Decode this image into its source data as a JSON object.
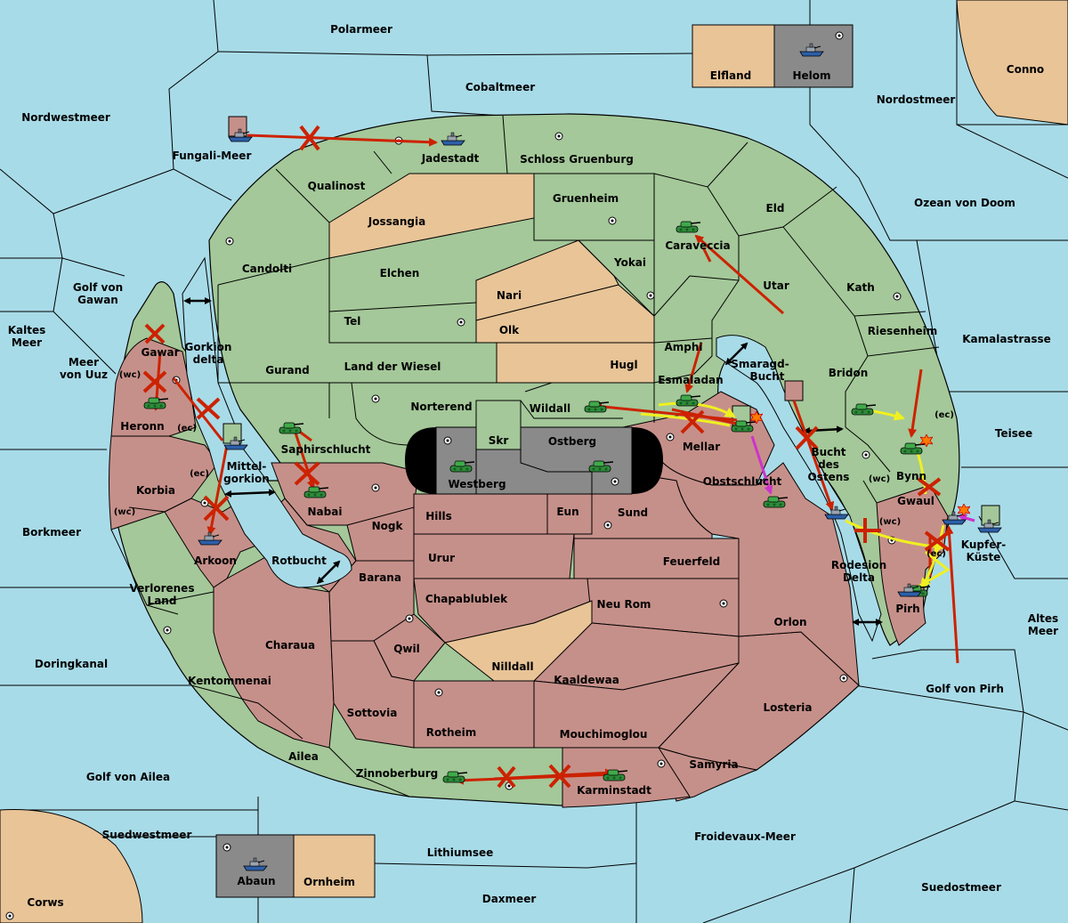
{
  "colors": {
    "sea": "#a8dbe8",
    "green": "#a4c899",
    "red": "#c6908a",
    "neutral": "#e8c497",
    "gray": "#8a8a8a",
    "order_red": "#cc2200",
    "order_yellow": "#f0f020",
    "order_magenta": "#cc33cc"
  },
  "labels": {
    "polarmeer": "Polarmeer",
    "cobaltmeer": "Cobaltmeer",
    "nordwestmeer": "Nordwestmeer",
    "nordostmeer": "Nordostmeer",
    "conno": "Conno",
    "elfland": "Elfland",
    "helom": "Helom",
    "fungali": "Fungali-Meer",
    "jadestadt": "Jadestadt",
    "schloss": "Schloss Gruenburg",
    "qualinost": "Qualinost",
    "jossangia": "Jossangia",
    "gruenheim": "Gruenheim",
    "eld": "Eld",
    "ozean": "Ozean von Doom",
    "caraveccia": "Caraveccia",
    "candolti": "Candolti",
    "elchen": "Elchen",
    "yokai": "Yokai",
    "nari": "Nari",
    "utar": "Utar",
    "kath": "Kath",
    "golf_gawan": "Golf von\nGawan",
    "tel": "Tel",
    "olk": "Olk",
    "riesenheim": "Riesenheim",
    "kamala": "Kamalastrasse",
    "kaltes": "Kaltes\nMeer",
    "amphi": "Amphi",
    "gawar": "Gawar",
    "gorkion_delta": "Gorkion\ndelta",
    "meer_uuz": "Meer\nvon Uuz",
    "gurand": "Gurand",
    "land_wiesel": "Land der Wiesel",
    "hugl": "Hugl",
    "smaragd": "Smaragd-\nBucht",
    "bridon": "Bridon",
    "esmaladan": "Esmaladan",
    "heronn": "Heronn",
    "norterend": "Norterend",
    "wildall": "Wildall",
    "teisee": "Teisee",
    "saphir": "Saphirschlucht",
    "skr": "Skr",
    "ostberg": "Ostberg",
    "mellar": "Mellar",
    "bucht_ostens": "Bucht\ndes\nOstens",
    "bynn": "Bynn",
    "mittel": "Mittel-\ngorkion",
    "westberg": "Westberg",
    "obst": "Obstschlucht",
    "korbia": "Korbia",
    "nabai": "Nabai",
    "hills": "Hills",
    "eun": "Eun",
    "sund": "Sund",
    "gwaul": "Gwaul",
    "nogk": "Nogk",
    "borkmeer": "Borkmeer",
    "kupfer": "Kupfer-\nKüste",
    "arkoon": "Arkoon",
    "rotbucht": "Rotbucht",
    "urur": "Urur",
    "feuerfeld": "Feuerfeld",
    "rodesion": "Rodesion\nDelta",
    "barana": "Barana",
    "verlorenes": "Verlorenes\nLand",
    "chapa": "Chapablublek",
    "neu_rom": "Neu Rom",
    "pirh": "Pirh",
    "altes": "Altes\nMeer",
    "orlon": "Orlon",
    "charaua": "Charaua",
    "qwil": "Qwil",
    "doringkanal": "Doringkanal",
    "nilldall": "Nilldall",
    "kaaldewaa": "Kaaldewaa",
    "kentommenai": "Kentommenai",
    "golf_pirh": "Golf von Pirh",
    "losteria": "Losteria",
    "sottovia": "Sottovia",
    "rotheim": "Rotheim",
    "mouchimoglou": "Mouchimoglou",
    "ailea": "Ailea",
    "samyria": "Samyria",
    "golf_ailea": "Golf von Ailea",
    "zinnoberburg": "Zinnoberburg",
    "karminstadt": "Karminstadt",
    "suedwestmeer": "Suedwestmeer",
    "lithiumsee": "Lithiumsee",
    "froidevaux": "Froidevaux-Meer",
    "abaun": "Abaun",
    "ornheim": "Ornheim",
    "suedostmeer": "Suedostmeer",
    "daxmeer": "Daxmeer",
    "corws": "Corws"
  },
  "coast_tags": {
    "wc": "(wc)",
    "ec": "(ec)"
  },
  "units": [
    {
      "type": "fleet",
      "power": "blue"
    },
    {
      "type": "army",
      "power": "green"
    },
    {
      "type": "army",
      "power": "green"
    },
    {
      "type": "fleet",
      "power": "blue"
    },
    {
      "type": "army",
      "power": "green"
    },
    {
      "type": "army",
      "power": "green"
    },
    {
      "type": "army",
      "power": "green"
    },
    {
      "type": "fleet",
      "power": "blue"
    },
    {
      "type": "army",
      "power": "green"
    },
    {
      "type": "army",
      "power": "green"
    },
    {
      "type": "army",
      "power": "green"
    },
    {
      "type": "army",
      "power": "green"
    },
    {
      "type": "army",
      "power": "green"
    },
    {
      "type": "army",
      "power": "green"
    },
    {
      "type": "army",
      "power": "green"
    },
    {
      "type": "fleet",
      "power": "blue"
    },
    {
      "type": "army",
      "power": "green"
    },
    {
      "type": "army",
      "power": "green"
    },
    {
      "type": "fleet",
      "power": "blue"
    },
    {
      "type": "fleet",
      "power": "blue"
    },
    {
      "type": "fleet",
      "power": "blue"
    },
    {
      "type": "fleet",
      "power": "blue"
    },
    {
      "type": "army",
      "power": "green"
    },
    {
      "type": "fleet",
      "power": "blue"
    },
    {
      "type": "fleet",
      "power": "blue"
    }
  ],
  "icons": {
    "unit_fleet": "battleship-icon",
    "unit_army": "tank-icon",
    "supply_center": "supply-center-icon",
    "failed_order": "red-x-icon",
    "convoy_link": "double-arrow-icon",
    "dislodged": "burst-icon"
  }
}
